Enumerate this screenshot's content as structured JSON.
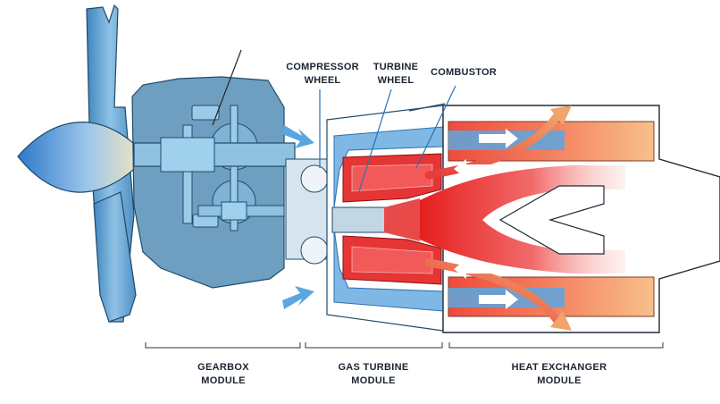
{
  "labels": {
    "compressor": [
      "COMPRESSOR",
      "WHEEL"
    ],
    "turbine": [
      "TURBINE",
      "WHEEL"
    ],
    "combustor": "COMBUSTOR"
  },
  "modules": [
    {
      "line1": "GEARBOX",
      "line2": "MODULE"
    },
    {
      "line1": "GAS TURBINE",
      "line2": "MODULE"
    },
    {
      "line1": "HEAT EXCHANGER",
      "line2": "MODULE"
    }
  ],
  "colors": {
    "housing": "#6e9fc0",
    "housing_dark": "#3b6f93",
    "shaft": "#8ec2e0",
    "cool_air": "#5aa7e0",
    "hot_gas": "#e53535",
    "warm": "#f6b27a",
    "text": "#1b2430"
  }
}
